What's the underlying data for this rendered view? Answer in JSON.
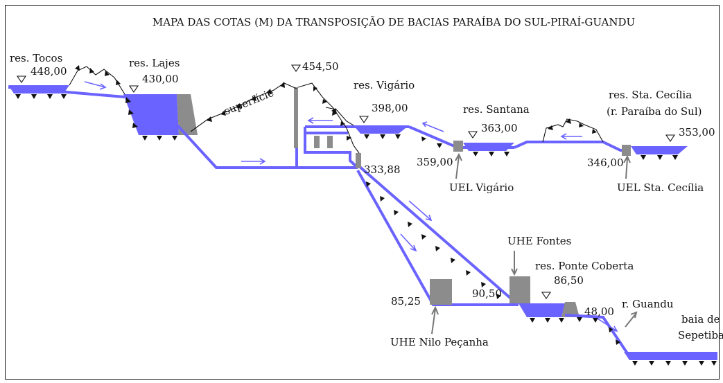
{
  "title": "MAPA DAS COTAS (M) DA TRANSPOSIÇÃO DE BACIAS PARAÍBA DO SUL-PIRAÍ-GUANDU",
  "labels": {
    "res_tocos": "res. Tocos",
    "res_lajes": "res. Lajes",
    "superficie": "superfície",
    "res_vigario": "res. Vigário",
    "res_santana": "res. Santana",
    "res_sta_cecilia": "res. Sta. Cecília",
    "r_paraiba": "(r. Paraíba do Sul)",
    "uel_vigario": "UEL Vigário",
    "uel_sta_cecilia": "UEL Sta. Cecília",
    "uhe_fontes": "UHE Fontes",
    "res_ponte_coberta": "res. Ponte Coberta",
    "r_guandu": "r. Guandu",
    "baia_de": "baia de",
    "sepetiba": "Sepetiba",
    "uhe_nilo": "UHE Nilo Peçanha"
  },
  "elevations": {
    "tocos": "448,00",
    "lajes": "430,00",
    "peak": "454,50",
    "vigario": "398,00",
    "santana": "363,00",
    "sta_cecilia": "353,00",
    "uel_vigario": "359,00",
    "uel_sta_cecilia": "346,00",
    "vigario_outlet": "333,88",
    "nilo": "85,25",
    "fontes": "90,50",
    "ponte_coberta": "86,50",
    "guandu": "48,00"
  },
  "colors": {
    "water": "#6b63ff",
    "structure": "#8c8c8c",
    "ground": "#111111"
  }
}
